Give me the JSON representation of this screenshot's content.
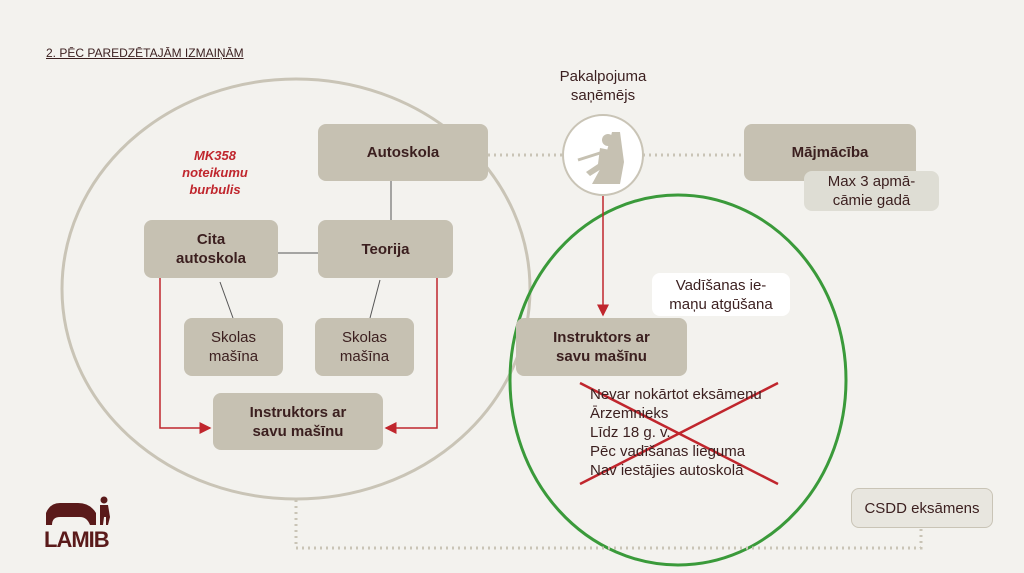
{
  "title": "2. PĒC PAREDZĒTAJĀM IZMAIŅĀM",
  "bubble_label": "MK358\nnoteikumu\nburbulis",
  "recipient_label": "Pakalpojuma\nsaņēmējs",
  "boxes": {
    "autoskola": "Autoskola",
    "cita": "Cita\nautoskola",
    "teorija": "Teorija",
    "skolas1": "Skolas\nmašīna",
    "skolas2": "Skolas\nmašīna",
    "instruktors_left": "Instruktors ar\nsavu mašīnu",
    "instruktors_right": "Instruktors ar\nsavu mašīnu",
    "majmaciba": "Mājmācība",
    "max3": "Max 3 apmā-\ncāmie gadā",
    "vadisanas": "Vadīšanas ie-\nmaņu atgūšana",
    "csdd": "CSDD eksāmens"
  },
  "crossed_list": [
    "Nevar nokārtot eksāmenu",
    "Ārzemnieks",
    "Līdz 18 g. v.",
    "Pēc vadīšanas lieguma",
    "Nav iestājies autoskolā"
  ],
  "logo": "LAMIB",
  "colors": {
    "box": "#c6c1b2",
    "red": "#c0262d",
    "green": "#3a9a3a",
    "text": "#3b1f1f"
  }
}
